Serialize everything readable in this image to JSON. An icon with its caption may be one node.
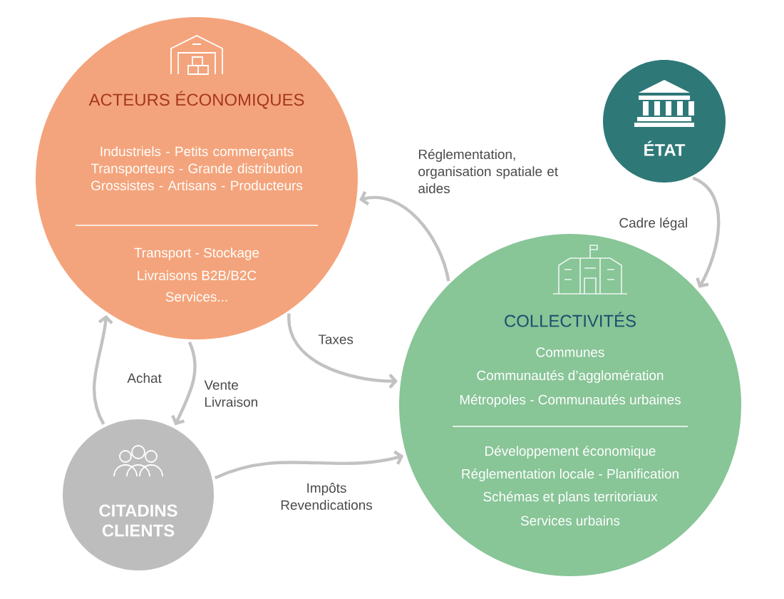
{
  "diagram": {
    "nodes": [
      {
        "text": [
          "ACTEURS ÉCONOMIQUES",
          "Industriels - Petits commerçants Transporteurs - Grande distribution Grossistes - Artisans - Producteurs",
          "Transport - Stockage",
          "Livraisons B2B/B2C",
          "Services..."
        ]
      },
      {
        "text": [
          "ÉTAT"
        ]
      },
      {
        "text": [
          "COLLECTIVITÉS",
          "Communes",
          "Communautés d’agglomération",
          "Métropoles - Communautés urbaines",
          "Développement économique",
          "Réglementation locale - Planification",
          "Schémas et plans territoriaux",
          "Services urbains"
        ]
      },
      {
        "text": [
          "CITADINS CLIENTS"
        ]
      }
    ],
    "edges": [
      {
        "from": 2,
        "to": 0,
        "arrow": "to",
        "label": "Réglementation, organisation spatiale et aides"
      },
      {
        "from": 1,
        "to": 2,
        "arrow": "to",
        "label": "Cadre légal"
      },
      {
        "from": 0,
        "to": 2,
        "arrow": "to",
        "label": "Taxes"
      },
      {
        "from": 3,
        "to": 0,
        "arrow": "to",
        "label": "Achat"
      },
      {
        "from": 0,
        "to": 3,
        "arrow": "to",
        "label": "Vente Livraison"
      },
      {
        "from": 3,
        "to": 2,
        "arrow": "to",
        "label": "Impôts Revendications"
      }
    ]
  }
}
